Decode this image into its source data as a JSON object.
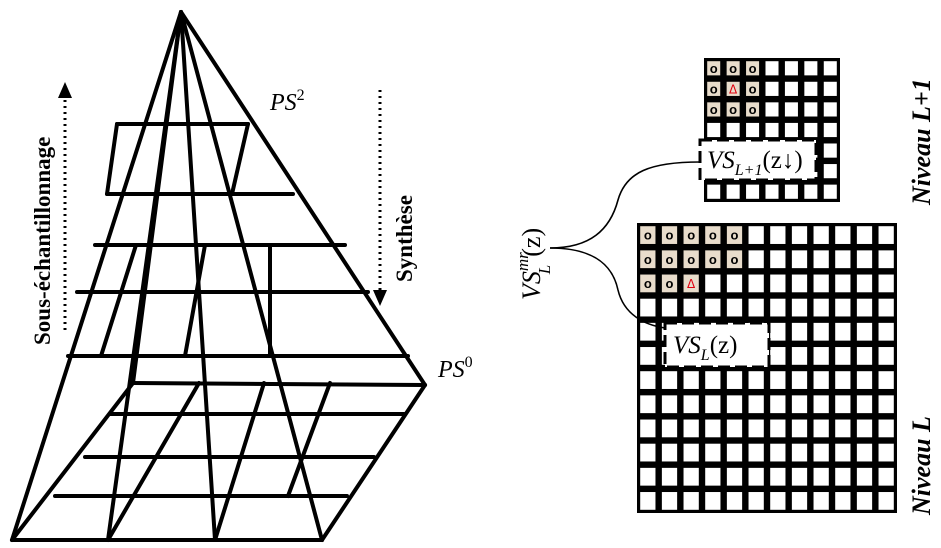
{
  "pyramid": {
    "label_top": "PS",
    "label_top_exp": "2",
    "label_bottom": "PS",
    "label_bottom_exp": "0",
    "arrow_up_text": "Sous-échantillonnage",
    "arrow_down_text": "Synthèse"
  },
  "grids": {
    "upper_level_label": "Niveau L+1",
    "lower_level_label": "Niveau L",
    "circle_symbol": "o",
    "triangle_symbol": "Δ",
    "triangle_color": "#e0000f",
    "cell_fill": "#e8dccb"
  },
  "labels": {
    "vs_upper_main": "VS",
    "vs_upper_sub": "L+1",
    "vs_upper_arg": "(z↓)",
    "vs_lower_main": "VS",
    "vs_lower_sub": "L",
    "vs_lower_arg": "(z)",
    "vs_mr_main": "VS",
    "vs_mr_sup": "mr",
    "vs_mr_sub": "L",
    "vs_mr_arg": "(z)"
  }
}
